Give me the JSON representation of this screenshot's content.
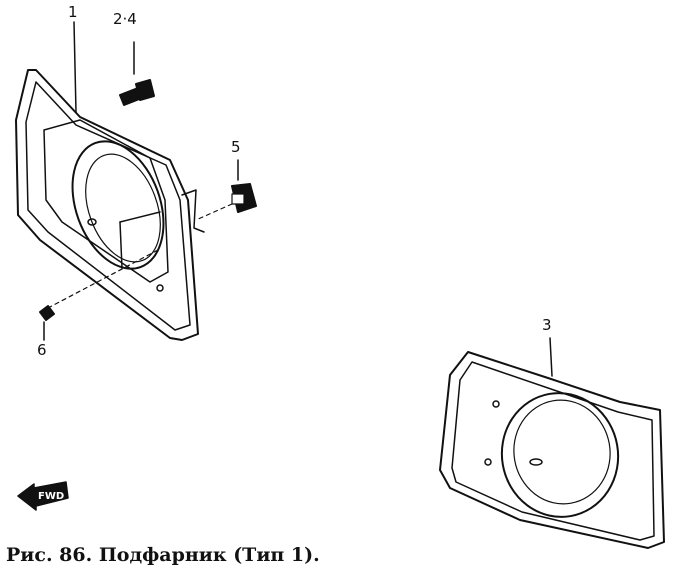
{
  "callouts": {
    "part_1": "1",
    "part_2_4": "2·4",
    "part_3": "3",
    "part_5": "5",
    "part_6": "6"
  },
  "direction_marker": {
    "label": "FWD"
  },
  "caption": "Рис. 86. Подфарник (Тип 1).",
  "colors": {
    "ink": "#111111",
    "background": "#ffffff"
  }
}
